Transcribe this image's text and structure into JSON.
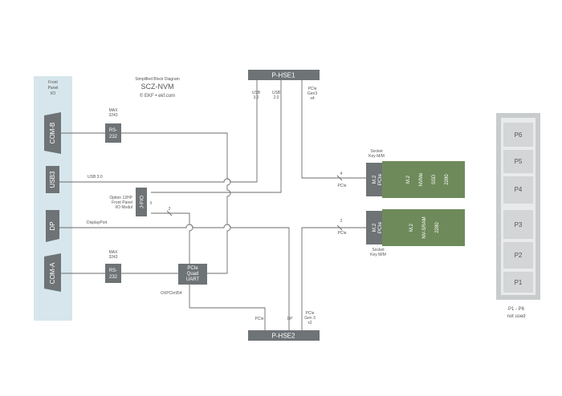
{
  "header": {
    "subtitle": "Simplified Block Diagram",
    "title": "SCZ-NVM",
    "brand": "© EKF • ekf.com"
  },
  "front_panel": {
    "title_line1": "Front",
    "title_line2": "Panel",
    "title_line3": "I/O",
    "connectors": [
      "COM-B",
      "USB3",
      "DP",
      "COM-A"
    ]
  },
  "bus_top": {
    "label": "P-HSE1"
  },
  "bus_bottom": {
    "label": "P-HSE2"
  },
  "blocks": {
    "rs232_top": {
      "line1": "RS-",
      "line2": "232"
    },
    "rs232_bottom": {
      "line1": "RS-",
      "line2": "232"
    },
    "jfio": {
      "label": "J-FIO"
    },
    "uart": {
      "line1": "PCIe",
      "line2": "Quad",
      "line3": "UART"
    },
    "m2_top": {
      "line1": "M.2",
      "line2": "PCIe"
    },
    "m2_bottom": {
      "line1": "M.2",
      "line2": "PCIe"
    }
  },
  "modules": {
    "nvme": {
      "c1": "M.2",
      "c2": "NVMe",
      "c3": "SSD",
      "c4": "2280"
    },
    "nvsram": {
      "c1": "M.2",
      "c2": "NV-SRAM",
      "c3": "2280"
    }
  },
  "labels": {
    "max_top_1": "MAX",
    "max_top_2": "3243",
    "max_bot_1": "MAX",
    "max_bot_2": "3243",
    "usb30_line": "USB 3.0",
    "hse1_usb30_1": "USB",
    "hse1_usb30_2": "3.0",
    "hse1_usb20_1": "USB",
    "hse1_usb20_2": "2.0",
    "hse1_pcie_1": "PCIe",
    "hse1_pcie_2": "Gen3",
    "hse1_pcie_3": "x4",
    "option_1": "Option 12HP",
    "option_2": "Front Panel",
    "option_3": "I/O Modul",
    "jfio_two": "2",
    "displayport": "DisplayPort",
    "oxpcie": "OXPCIe954",
    "hse2_pcie": "PCIe",
    "hse2_dp": "DP",
    "hse2_gen_1": "PCIe",
    "hse2_gen_2": "Gen 3",
    "hse2_gen_3": "x2",
    "socket_top_1": "Socket",
    "socket_top_2": "Key M/M",
    "socket_bot_1": "Socket",
    "socket_bot_2": "Key M/M",
    "lane_top": "4",
    "pcie_top": "PCIe",
    "lane_bot": "2",
    "pcie_bot": "PCIe"
  },
  "slots": {
    "items": [
      "P6",
      "P5",
      "P4",
      "P3",
      "P2",
      "P1"
    ],
    "caption_1": "P1 - P6",
    "caption_2": "not used"
  },
  "colors": {
    "block_dark": "#6e7376",
    "module_green": "#6e8a5a",
    "front_panel_bg": "#d6e6ec",
    "slot_frame": "#c9cccd"
  }
}
